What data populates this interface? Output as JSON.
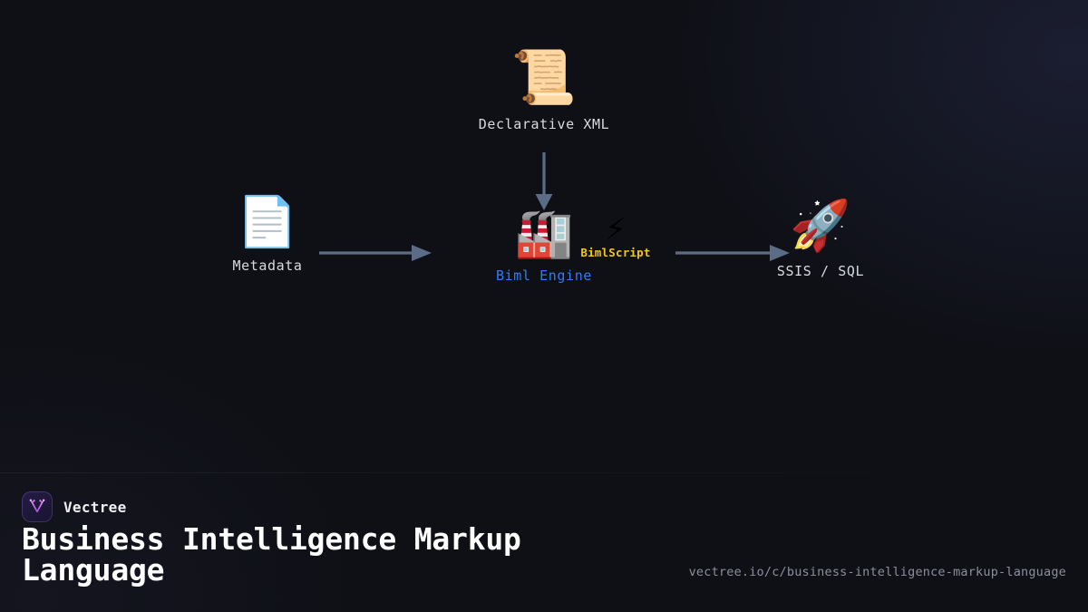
{
  "background": {
    "base_color": "#0f1016",
    "glow_color": "#1b1e31"
  },
  "diagram": {
    "type": "flow",
    "nodes": [
      {
        "id": "declarative-xml",
        "label": "Declarative XML",
        "icon": "scroll-icon",
        "icon_glyph": "📜",
        "label_color": "#d7dae1"
      },
      {
        "id": "metadata",
        "label": "Metadata",
        "icon": "document-icon",
        "icon_glyph": "📄",
        "label_color": "#d7dae1"
      },
      {
        "id": "biml-engine",
        "label": "Biml Engine",
        "icon": "factory-icon",
        "icon_glyph": "🏭",
        "label_color": "#2f7cf6"
      },
      {
        "id": "ssis-sql",
        "label": "SSIS / SQL",
        "icon": "rocket-icon",
        "icon_glyph": "🚀",
        "label_color": "#d7dae1"
      }
    ],
    "badge": {
      "label": "BimlScript",
      "icon": "lightning-bolt-icon",
      "icon_glyph": "⚡",
      "color": "#f5c518"
    },
    "edges": [
      {
        "id": "metadata-to-engine",
        "from": "metadata",
        "to": "biml-engine",
        "direction": "right",
        "color": "#5b6c87"
      },
      {
        "id": "engine-to-target",
        "from": "biml-engine",
        "to": "ssis-sql",
        "direction": "right",
        "color": "#5b6c87"
      },
      {
        "id": "xml-to-engine",
        "from": "declarative-xml",
        "to": "biml-engine",
        "direction": "down",
        "color": "#5b6c87"
      }
    ]
  },
  "footer": {
    "brand": {
      "name": "Vectree",
      "logo_icon": "vectree-logo-icon",
      "logo_accent": "#c56ef0"
    },
    "title": "Business Intelligence Markup\nLanguage",
    "url": "vectree.io/c/business-intelligence-markup-language"
  }
}
